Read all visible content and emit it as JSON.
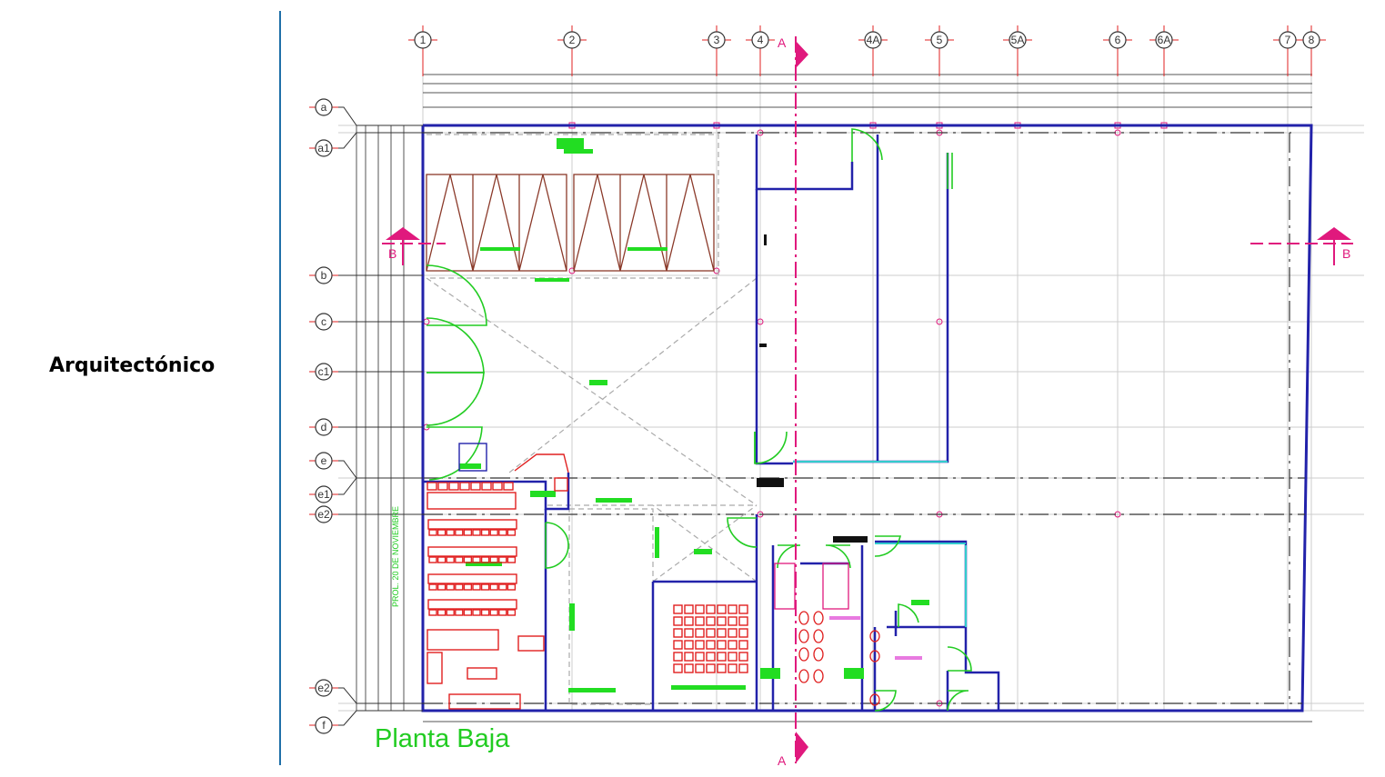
{
  "slide": {
    "label": "Arquitectónico"
  },
  "plan": {
    "title": "Planta Baja",
    "street_label": "PROL. 20 DE NOVIEMBRE",
    "column_axes": [
      "1",
      "2",
      "3",
      "4",
      "4A",
      "5",
      "5A",
      "6",
      "6A",
      "7",
      "8"
    ],
    "row_axes": [
      "a",
      "a1",
      "b",
      "c",
      "c1",
      "d",
      "e",
      "e1",
      "e2",
      "e2",
      "f"
    ],
    "section_cuts": {
      "vertical": "A",
      "horizontal": "B"
    }
  },
  "colors": {
    "walls": "#2222aa",
    "grid": "#bbbbbb",
    "furniture": "#e02020",
    "doors": "#22cc22",
    "section": "#e0197d",
    "stairs": "#8b3a2a",
    "accent": "#1f6fa8"
  }
}
